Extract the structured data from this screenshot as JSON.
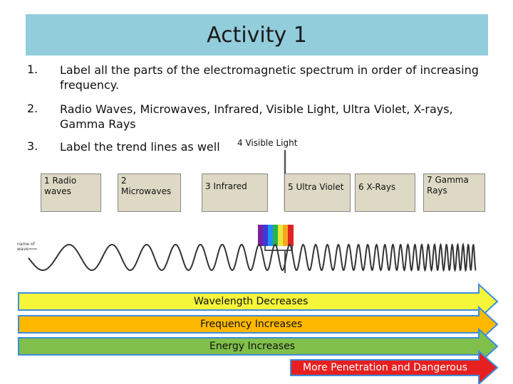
{
  "title": "Activity 1",
  "steps": [
    {
      "num": "1.",
      "text": "Label all the parts of the electromagnetic spectrum in order of increasing frequency."
    },
    {
      "num": "2.",
      "text": "Radio Waves, Microwaves, Infrared, Visible Light, Ultra Violet, X-rays, Gamma Rays"
    },
    {
      "num": "3.",
      "text": "Label the trend lines as well"
    }
  ],
  "labels": {
    "radio": "1 Radio waves",
    "microwaves": "2 Microwaves",
    "infrared": "3 Infrared",
    "visible": "4 Visible Light",
    "ultraviolet": "5 Ultra Violet",
    "xrays": "6 X-Rays",
    "gamma": "7 Gamma Rays"
  },
  "wave_caption": "name of wave",
  "arrows": {
    "wavelength": "Wavelength Decreases",
    "frequency": "Frequency Increases",
    "energy": "Energy Increases",
    "penetration": "More Penetration and Dangerous"
  },
  "colors": {
    "title_bg": "#92cddc",
    "label_bg": "#ddd9c4",
    "wavelength_arrow": "#f5f53a",
    "frequency_arrow": "#ffb800",
    "energy_arrow": "#7fbf4a",
    "penetration_arrow": "#e62020"
  }
}
